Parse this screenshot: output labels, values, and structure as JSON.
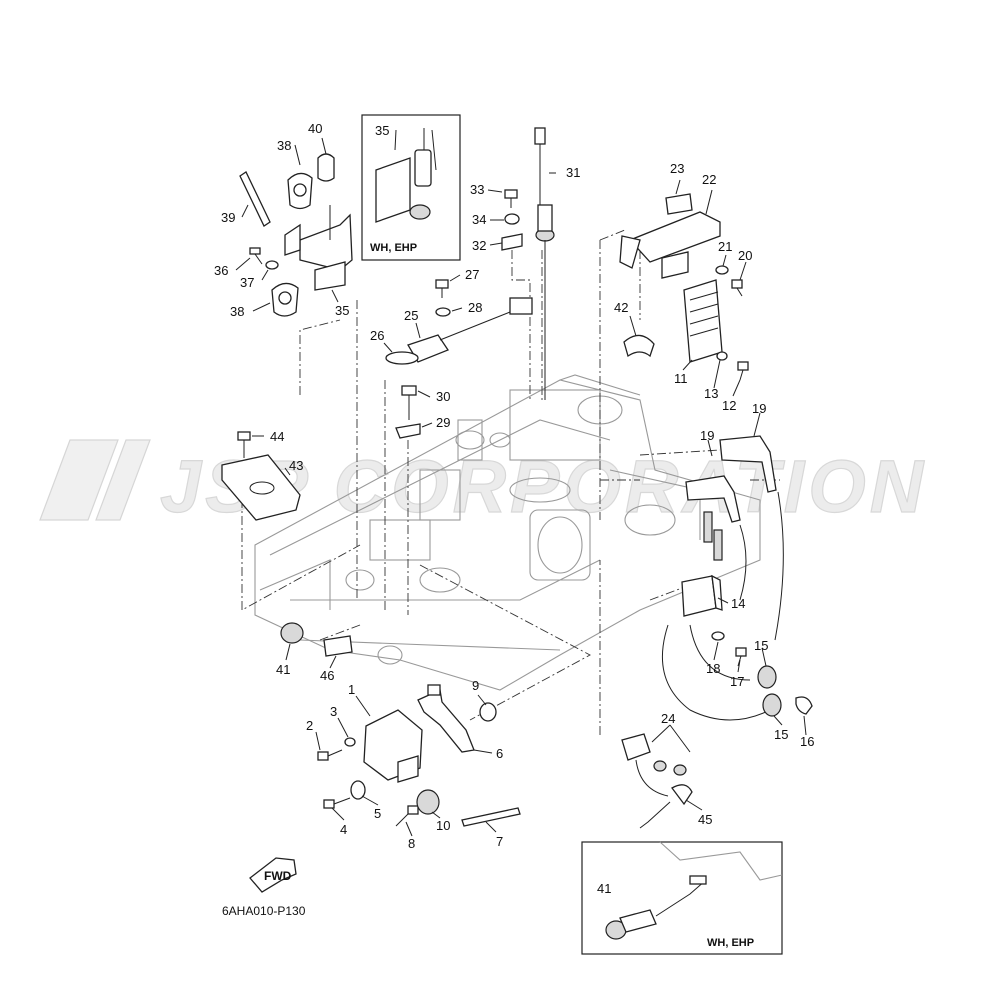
{
  "figure_code": "6AHA010-P130",
  "watermark": "JSP CORPORATION",
  "fwd_label": "FWD",
  "inset_top": {
    "part_number": "35",
    "variant_label": "WH, EHP"
  },
  "inset_bottom": {
    "part_number": "41",
    "variant_label": "WH, EHP"
  },
  "callouts": {
    "p1": "1",
    "p2": "2",
    "p3": "3",
    "p4": "4",
    "p5": "5",
    "p6": "6",
    "p7": "7",
    "p8": "8",
    "p9": "9",
    "p10": "10",
    "p11": "11",
    "p12": "12",
    "p13": "13",
    "p14": "14",
    "p15a": "15",
    "p15b": "15",
    "p16": "16",
    "p17": "17",
    "p18": "18",
    "p19a": "19",
    "p19b": "19",
    "p20": "20",
    "p21": "21",
    "p22": "22",
    "p23": "23",
    "p24": "24",
    "p25": "25",
    "p26": "26",
    "p27": "27",
    "p28": "28",
    "p29": "29",
    "p30": "30",
    "p31": "31",
    "p32": "32",
    "p33": "33",
    "p34": "34",
    "p35": "35",
    "p36": "36",
    "p37": "37",
    "p38a": "38",
    "p38b": "38",
    "p39": "39",
    "p40": "40",
    "p41": "41",
    "p42": "42",
    "p43": "43",
    "p44": "44",
    "p45": "45",
    "p46": "46"
  },
  "colors": {
    "line": "#222222",
    "watermark": "#ececec",
    "engine": "#999999"
  }
}
